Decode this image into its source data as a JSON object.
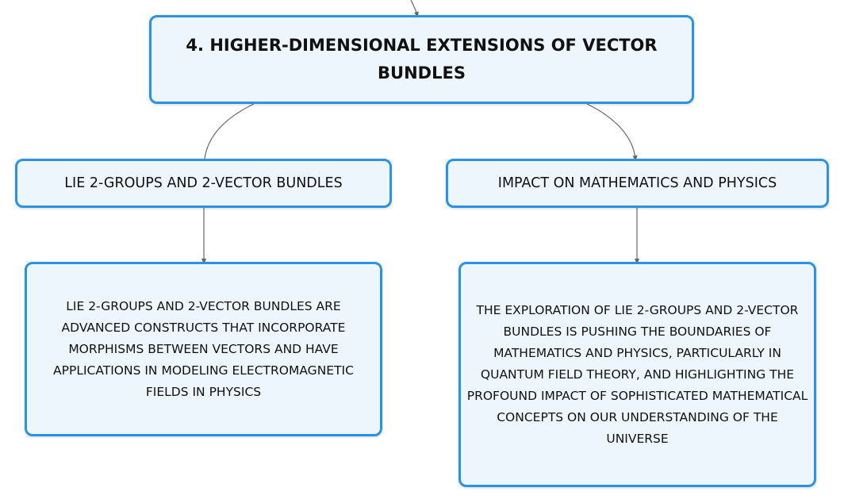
{
  "diagram": {
    "root": {
      "title": "4. HIGHER-DIMENSIONAL EXTENSIONS OF VECTOR BUNDLES"
    },
    "branches": [
      {
        "title": "LIE 2-GROUPS AND 2-VECTOR BUNDLES",
        "detail": "LIE 2-GROUPS AND 2-VECTOR BUNDLES ARE ADVANCED CONSTRUCTS THAT INCORPORATE MORPHISMS BETWEEN VECTORS AND HAVE APPLICATIONS IN MODELING ELECTROMAGNETIC FIELDS IN PHYSICS"
      },
      {
        "title": "IMPACT ON MATHEMATICS AND PHYSICS",
        "detail": "THE EXPLORATION OF LIE 2-GROUPS AND 2-VECTOR BUNDLES IS PUSHING THE BOUNDARIES OF MATHEMATICS AND PHYSICS, PARTICULARLY IN QUANTUM FIELD THEORY, AND HIGHLIGHTING THE PROFOUND IMPACT OF SOPHISTICATED MATHEMATICAL CONCEPTS ON OUR UNDERSTANDING OF THE UNIVERSE"
      }
    ],
    "colors": {
      "node_border": "#2b93e6",
      "node_fill": "#eef6fd",
      "connector": "#666666",
      "text": "#111111"
    }
  }
}
